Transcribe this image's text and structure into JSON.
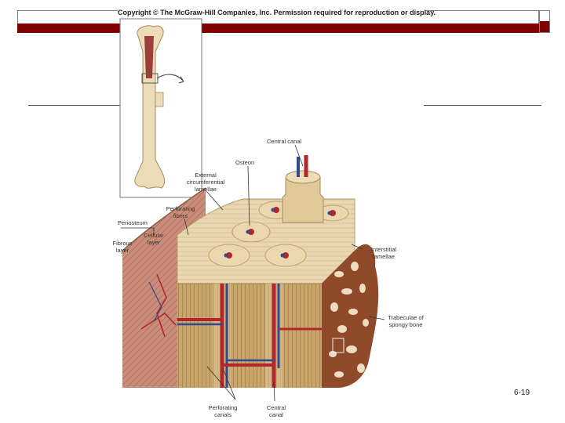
{
  "copyright": "Copyright © The McGraw-Hill Companies, Inc. Permission required for reproduction or display.",
  "slide_number": "6-19",
  "labels": {
    "central_canal": "Central canal",
    "osteon": "Osteon",
    "external_circumferential_lamellae": "External circumferential lamellae",
    "perforating_fibers": "Perforating fibers",
    "periosteum": "Periosteum",
    "fibrous_layer": "Fibrous layer",
    "cellular_layer": "Cellular layer",
    "interstitial_lamellae": "Interstitial lamellae",
    "trabeculae_spongy_bone": "Trabeculae of spongy bone",
    "perforating_canals": "Perforating canals",
    "central_canal_bottom": "Central canal"
  },
  "colors": {
    "accent_red": "#800000",
    "artery": "#b3262c",
    "vein": "#2f4a8f",
    "bone": "#e8d6b0"
  }
}
